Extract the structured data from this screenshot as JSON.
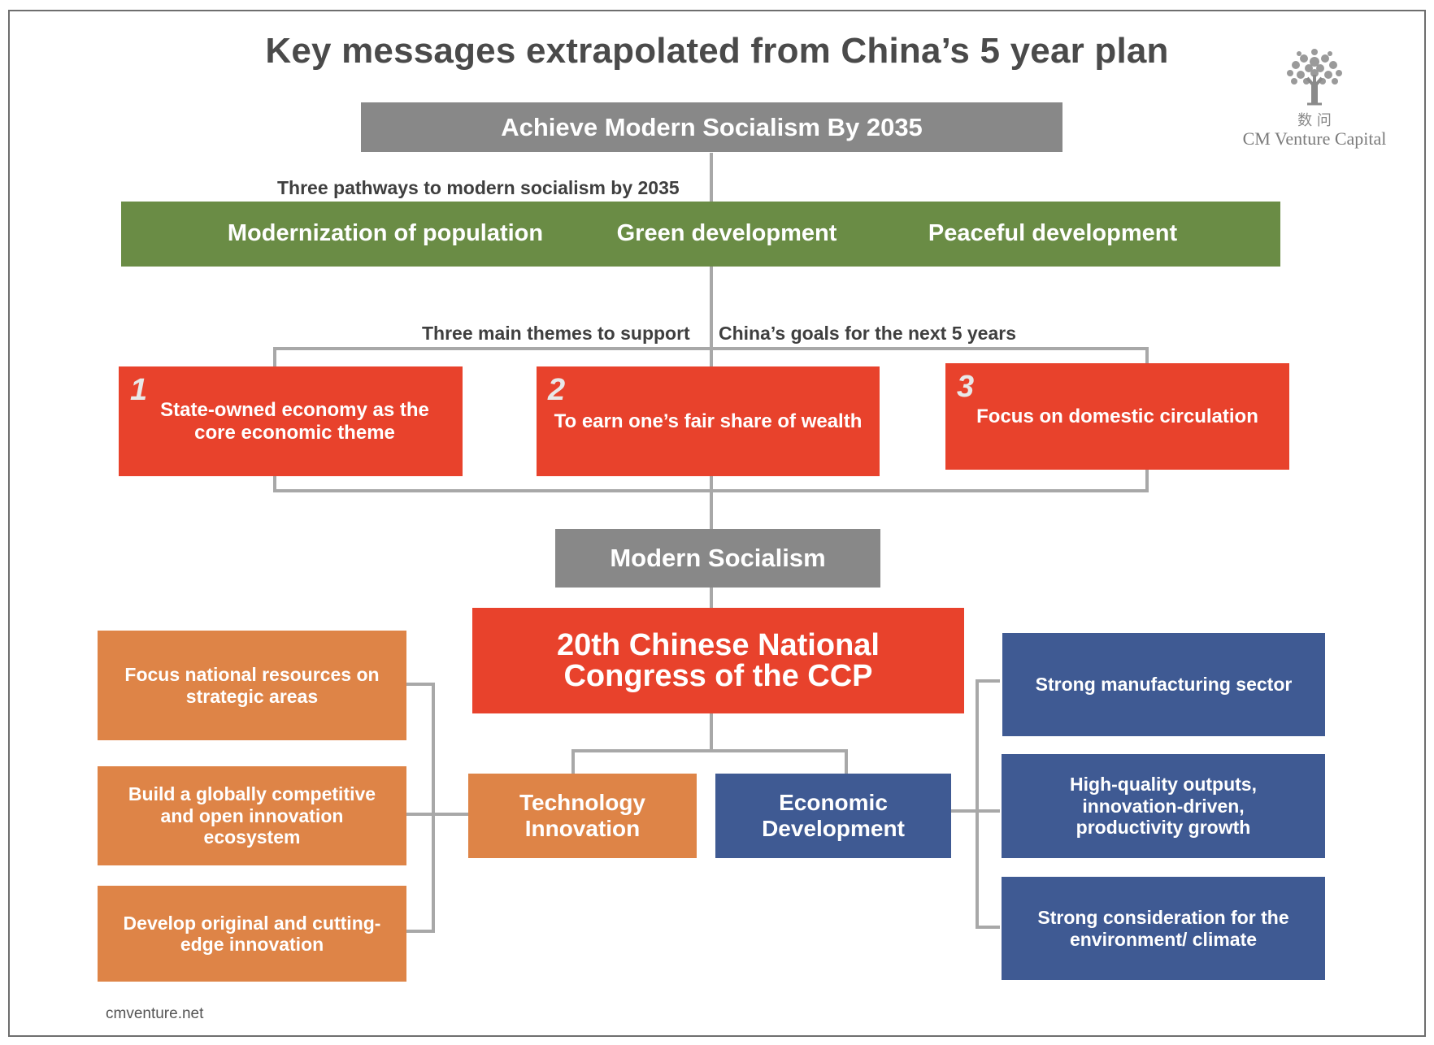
{
  "title": "Key messages extrapolated from China’s 5 year plan",
  "logo": {
    "cjk_text": "数 问",
    "name": "CM Venture Capital"
  },
  "top_goal": "Achieve Modern Socialism By 2035",
  "pathways": {
    "label": "Three pathways to modern socialism by 2035",
    "items": [
      "Modernization of population",
      "Green development",
      "Peaceful development"
    ]
  },
  "themes": {
    "label_left": "Three main themes to support",
    "label_right": "China’s goals for the next 5 years",
    "items": [
      {
        "num": "1",
        "text": "State-owned economy as the core economic theme"
      },
      {
        "num": "2",
        "text": "To earn one’s fair share of wealth"
      },
      {
        "num": "3",
        "text": "Focus on domestic circulation"
      }
    ]
  },
  "modern_socialism": "Modern Socialism",
  "congress": "20th Chinese National Congress of the CCP",
  "technology": {
    "label": "Technology Innovation",
    "items": [
      "Focus national resources on strategic areas",
      "Build a globally competitive and open innovation ecosystem",
      "Develop original and cutting-edge innovation"
    ]
  },
  "economic": {
    "label": "Economic Development",
    "items": [
      "Strong manufacturing sector",
      "High-quality outputs, innovation-driven, productivity growth",
      "Strong consideration for the environment/ climate"
    ]
  },
  "footer": "cmventure.net",
  "colors": {
    "gray": "#888888",
    "green": "#6a8c45",
    "red": "#e8422c",
    "orange": "#de8447",
    "blue": "#3f5a93"
  }
}
